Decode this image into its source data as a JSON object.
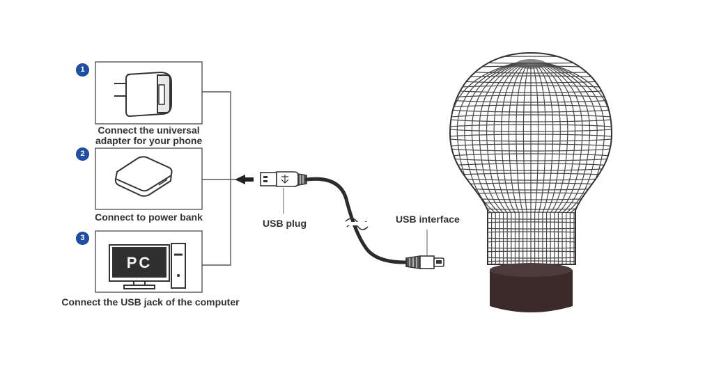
{
  "options": [
    {
      "number": "1",
      "caption_line1": "Connect the universal",
      "caption_line2": "adapter for your phone",
      "icon": "wall-adapter-icon"
    },
    {
      "number": "2",
      "caption_line1": "Connect to power bank",
      "icon": "power-bank-icon"
    },
    {
      "number": "3",
      "caption_line1": "Connect the USB jack of the computer",
      "icon": "computer-icon"
    }
  ],
  "pc_screen_text": "PC",
  "labels": {
    "usb_plug": "USB plug",
    "usb_interface": "USB interface"
  },
  "colors": {
    "badge": "#1f4fa8",
    "line": "#333333",
    "lamp_base": "#3a2a2a"
  }
}
